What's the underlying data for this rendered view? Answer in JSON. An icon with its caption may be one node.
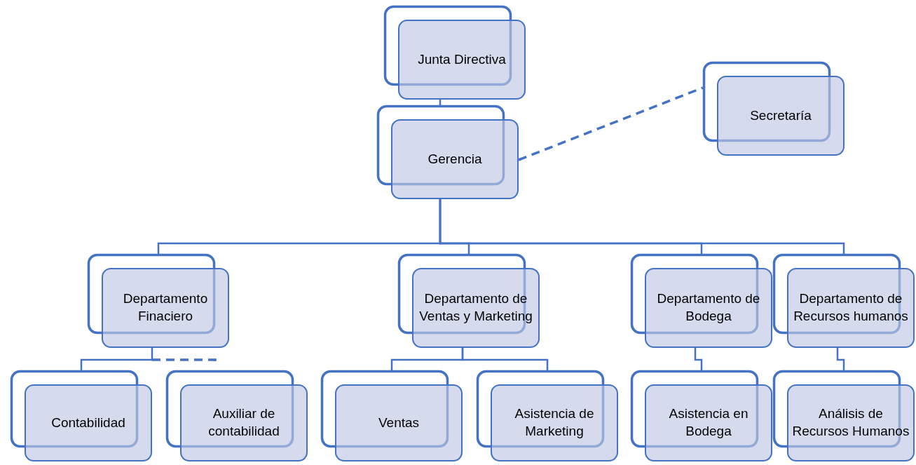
{
  "diagram": {
    "nodes": [
      {
        "text": [
          "Junta Directiva"
        ]
      },
      {
        "text": [
          "Gerencia"
        ]
      },
      {
        "text": [
          "Secretaría"
        ]
      },
      {
        "text": [
          "Departamento Finaciero"
        ]
      },
      {
        "text": [
          "Departamento de Ventas y Marketing"
        ]
      },
      {
        "text": [
          "Departamento de Bodega"
        ]
      },
      {
        "text": [
          "Departamento de Recursos humanos"
        ]
      },
      {
        "text": [
          "Contabilidad"
        ]
      },
      {
        "text": [
          "Auxiliar de contabilidad"
        ]
      },
      {
        "text": [
          "Ventas"
        ]
      },
      {
        "text": [
          "Asistencia de Marketing"
        ]
      },
      {
        "text": [
          "Asistencia en Bodega"
        ]
      },
      {
        "text": [
          "Análisis de Recursos Humanos"
        ]
      }
    ],
    "edges": [
      {
        "from": 0,
        "to": 1,
        "arrow": "none"
      },
      {
        "from": 1,
        "to": 2,
        "arrow": "none",
        "style": "dashed"
      },
      {
        "from": 1,
        "to": 3,
        "arrow": "none"
      },
      {
        "from": 1,
        "to": 4,
        "arrow": "none"
      },
      {
        "from": 1,
        "to": 5,
        "arrow": "none"
      },
      {
        "from": 1,
        "to": 6,
        "arrow": "none"
      },
      {
        "from": 3,
        "to": 7,
        "arrow": "none"
      },
      {
        "from": 3,
        "to": 8,
        "arrow": "none",
        "style": "dashed"
      },
      {
        "from": 4,
        "to": 9,
        "arrow": "none"
      },
      {
        "from": 4,
        "to": 10,
        "arrow": "none"
      },
      {
        "from": 5,
        "to": 11,
        "arrow": "none"
      },
      {
        "from": 6,
        "to": 12,
        "arrow": "none"
      }
    ]
  }
}
